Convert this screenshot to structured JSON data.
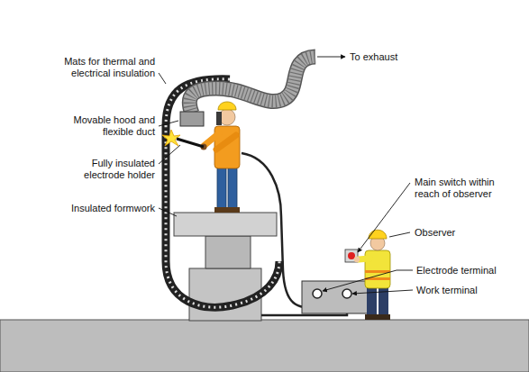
{
  "diagram": {
    "labels": [
      "Mats for thermal and electrical insulation",
      "Movable hood and flexible duct",
      "Fully insulated electrode holder",
      "Insulated formwork",
      "To exhaust",
      "Main switch within reach of observer",
      "Observer",
      "Electrode terminal",
      "Work terminal"
    ]
  }
}
